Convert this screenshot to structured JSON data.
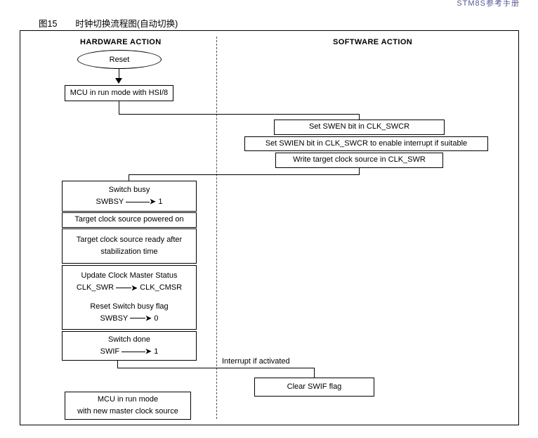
{
  "page": {
    "header_right": "STM8S参考手册",
    "caption_number": "图15",
    "caption_text": "时钟切换流程图(自动切换)"
  },
  "columns": {
    "hardware_title": "HARDWARE ACTION",
    "software_title": "SOFTWARE ACTION"
  },
  "nodes": {
    "reset": {
      "label": "Reset"
    },
    "mcu_run_hsi": {
      "label": "MCU in run mode with HSI/8"
    },
    "set_swen": {
      "label": "Set SWEN bit in CLK_SWCR"
    },
    "set_swien": {
      "label": "Set SWIEN bit in CLK_SWCR to enable interrupt if suitable"
    },
    "write_target": {
      "label": "Write target clock source in CLK_SWR"
    },
    "switch_busy": {
      "line1": "Switch busy",
      "signal": "SWBSY",
      "value": "1"
    },
    "powered_on": {
      "label": "Target clock source powered on"
    },
    "ready_after": {
      "line1": "Target clock source ready after",
      "line2": "stabilization time"
    },
    "update_status": {
      "line1": "Update Clock Master Status",
      "from": "CLK_SWR",
      "to": "CLK_CMSR",
      "line3": "Reset Switch busy flag",
      "signal": "SWBSY",
      "value": "0"
    },
    "switch_done": {
      "line1": "Switch done",
      "signal": "SWIF",
      "value": "1"
    },
    "interrupt_label": {
      "label": "Interrupt if activated"
    },
    "clear_swif": {
      "label": "Clear SWIF flag"
    },
    "mcu_new_clock": {
      "line1": "MCU in run mode",
      "line2": "with new master clock source"
    }
  },
  "icons": {
    "arrow_head": "›"
  }
}
